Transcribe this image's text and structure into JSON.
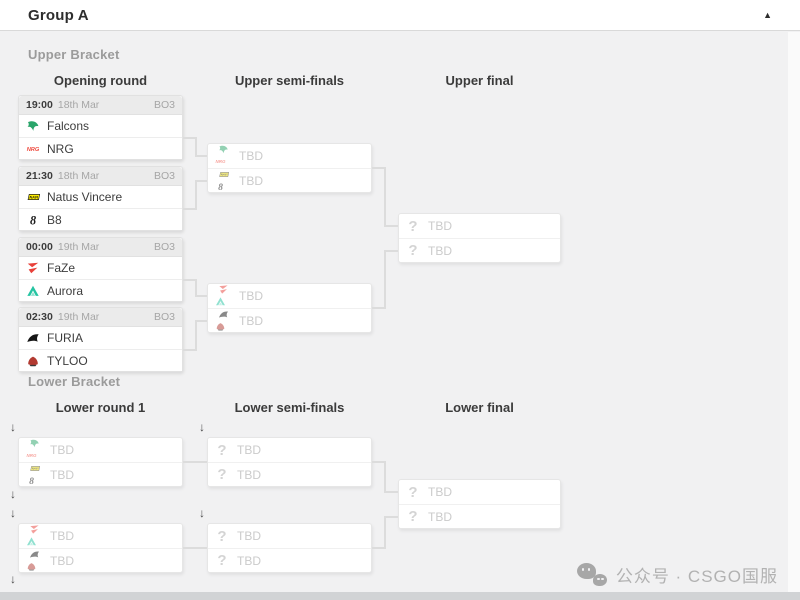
{
  "window": {
    "title": "Group A"
  },
  "icons": {
    "collapse_glyph": "▲",
    "drop_arrow_glyph": "↓",
    "question_glyph": "?"
  },
  "upper_bracket": {
    "label": "Upper Bracket",
    "columns": {
      "round1": "Opening round",
      "semis": "Upper semi-finals",
      "final": "Upper final"
    },
    "matches": [
      {
        "time": "19:00",
        "date": "18th Mar",
        "format": "BO3",
        "teams": [
          {
            "name": "Falcons",
            "logo": "falcons"
          },
          {
            "name": "NRG",
            "logo": "nrg"
          }
        ]
      },
      {
        "time": "21:30",
        "date": "18th Mar",
        "format": "BO3",
        "teams": [
          {
            "name": "Natus Vincere",
            "logo": "navi"
          },
          {
            "name": "B8",
            "logo": "b8"
          }
        ]
      },
      {
        "time": "00:00",
        "date": "19th Mar",
        "format": "BO3",
        "teams": [
          {
            "name": "FaZe",
            "logo": "faze"
          },
          {
            "name": "Aurora",
            "logo": "aurora"
          }
        ]
      },
      {
        "time": "02:30",
        "date": "19th Mar",
        "format": "BO3",
        "teams": [
          {
            "name": "FURIA",
            "logo": "furia"
          },
          {
            "name": "TYLOO",
            "logo": "tyloo"
          }
        ]
      }
    ],
    "semi_finals": [
      {
        "slots": [
          {
            "label": "TBD",
            "possible_teams": [
              "Falcons",
              "NRG"
            ]
          },
          {
            "label": "TBD",
            "possible_teams": [
              "Natus Vincere",
              "B8"
            ]
          }
        ]
      },
      {
        "slots": [
          {
            "label": "TBD",
            "possible_teams": [
              "FaZe",
              "Aurora"
            ]
          },
          {
            "label": "TBD",
            "possible_teams": [
              "FURIA",
              "TYLOO"
            ]
          }
        ]
      }
    ],
    "final": {
      "slots": [
        {
          "label": "TBD"
        },
        {
          "label": "TBD"
        }
      ]
    }
  },
  "lower_bracket": {
    "label": "Lower Bracket",
    "columns": {
      "round1": "Lower round 1",
      "semis": "Lower semi-finals",
      "final": "Lower final"
    },
    "round1": [
      {
        "slots": [
          {
            "label": "TBD",
            "possible_teams": [
              "Falcons",
              "NRG"
            ]
          },
          {
            "label": "TBD",
            "possible_teams": [
              "Natus Vincere",
              "B8"
            ]
          }
        ]
      },
      {
        "slots": [
          {
            "label": "TBD",
            "possible_teams": [
              "FaZe",
              "Aurora"
            ]
          },
          {
            "label": "TBD",
            "possible_teams": [
              "FURIA",
              "TYLOO"
            ]
          }
        ]
      }
    ],
    "semi_finals": [
      {
        "slots": [
          {
            "label": "TBD"
          },
          {
            "label": "TBD"
          }
        ]
      },
      {
        "slots": [
          {
            "label": "TBD"
          },
          {
            "label": "TBD"
          }
        ]
      }
    ],
    "final": {
      "slots": [
        {
          "label": "TBD"
        },
        {
          "label": "TBD"
        }
      ]
    }
  },
  "team_colors": {
    "falcons": "#2aa56a",
    "nrg": "#ef4b3f",
    "navi": "#ffee00",
    "b8": "#1b1b1b",
    "faze": "#e8413a",
    "aurora": "#25c4a2",
    "furia": "#161616",
    "tyloo": "#b23a31"
  },
  "watermark": {
    "text": "公众号 · CSGO国服"
  }
}
